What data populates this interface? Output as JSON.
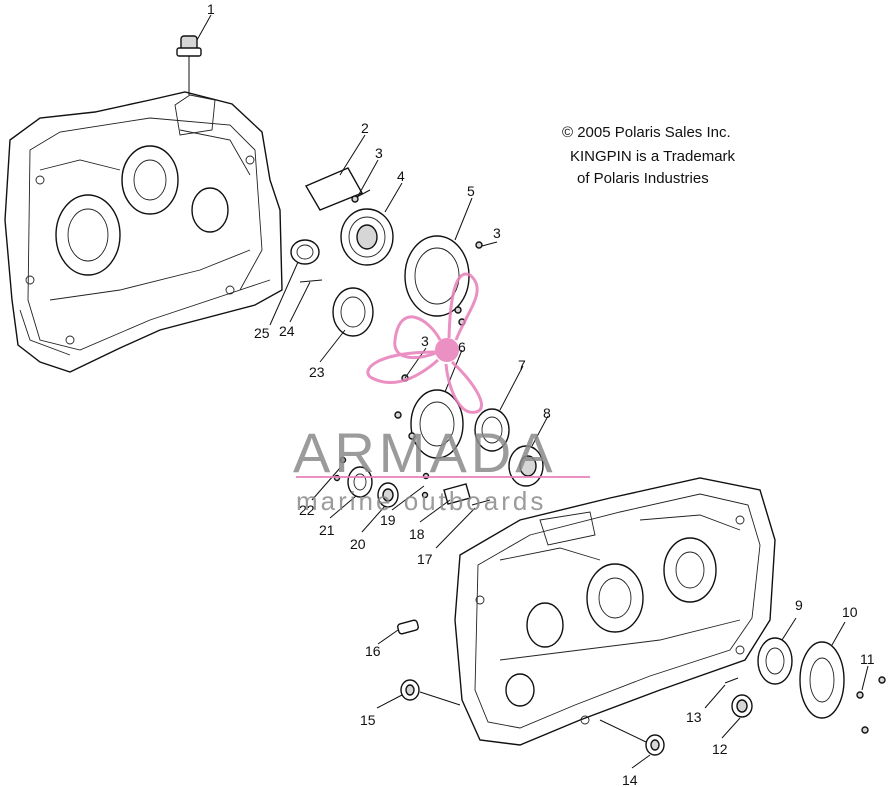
{
  "copyright": {
    "line1": "© 2005 Polaris Sales Inc.",
    "line2": "KINGPIN is a Trademark",
    "line3": "of Polaris Industries"
  },
  "watermark": {
    "brand": "ARMADA",
    "tagline": "marine outboards",
    "color": "#e87db8"
  },
  "callouts": [
    "1",
    "2",
    "3",
    "4",
    "5",
    "3",
    "23",
    "25",
    "24",
    "3",
    "6",
    "7",
    "8",
    "22",
    "21",
    "20",
    "19",
    "18",
    "17",
    "16",
    "9",
    "10",
    "11",
    "15",
    "14",
    "13",
    "12"
  ]
}
